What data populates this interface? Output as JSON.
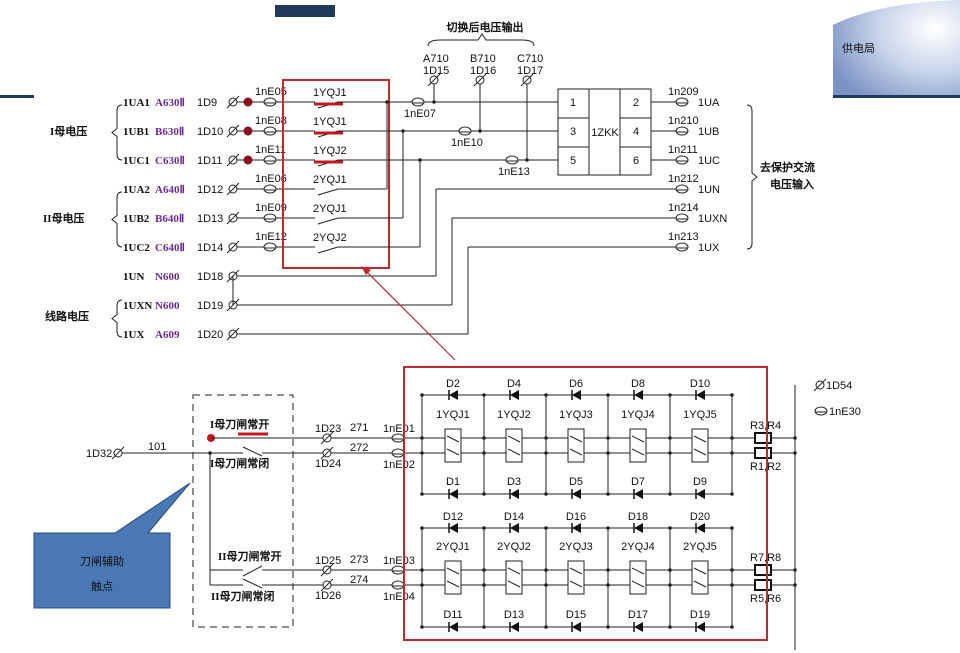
{
  "colors": {
    "highlight_box": "#c0282e",
    "contact_marker": "#c01820",
    "cable_label": "#6a2a9a",
    "callout_fill": "#4a78b4",
    "logo_bar": "#1f3a5a"
  },
  "logo": {
    "text": "供电局"
  },
  "top": {
    "output_title": "切换后电压输出",
    "groups": [
      "I母电压",
      "II母电压",
      "线路电压"
    ],
    "rows": [
      {
        "wire": "1UA1",
        "cable": "A630Ⅱ",
        "terminal": "1D9",
        "connector": "1nE05",
        "contact": "1YQJ1",
        "active": true
      },
      {
        "wire": "1UB1",
        "cable": "B630Ⅱ",
        "terminal": "1D10",
        "connector": "1nE08",
        "contact": "1YQJ1",
        "active": true
      },
      {
        "wire": "1UC1",
        "cable": "C630Ⅱ",
        "terminal": "1D11",
        "connector": "1nE11",
        "contact": "1YQJ2",
        "active": true
      },
      {
        "wire": "1UA2",
        "cable": "A640Ⅱ",
        "terminal": "1D12",
        "connector": "1nE06",
        "contact": "2YQJ1",
        "active": false
      },
      {
        "wire": "1UB2",
        "cable": "B640Ⅱ",
        "terminal": "1D13",
        "connector": "1nE09",
        "contact": "2YQJ1",
        "active": false
      },
      {
        "wire": "1UC2",
        "cable": "C640Ⅱ",
        "terminal": "1D14",
        "connector": "1nE12",
        "contact": "2YQJ2",
        "active": false
      },
      {
        "wire": "1UN",
        "cable": "N600",
        "terminal": "1D18"
      },
      {
        "wire": "1UXN",
        "cable": "N600",
        "terminal": "1D19"
      },
      {
        "wire": "1UX",
        "cable": "A609",
        "terminal": "1D20"
      }
    ],
    "taps": [
      {
        "cable": "A710",
        "terminal": "1D15",
        "connector": "1nE07"
      },
      {
        "cable": "B710",
        "terminal": "1D16",
        "connector": "1nE10"
      },
      {
        "cable": "C710",
        "terminal": "1D17",
        "connector": "1nE13"
      }
    ],
    "switch": {
      "label": "1ZKK",
      "pins_in": [
        "1",
        "3",
        "5"
      ],
      "pins_out": [
        "2",
        "4",
        "6"
      ]
    },
    "outputs": [
      {
        "connector": "1n209",
        "signal": "1UA"
      },
      {
        "connector": "1n210",
        "signal": "1UB"
      },
      {
        "connector": "1n211",
        "signal": "1UC"
      },
      {
        "connector": "1n212",
        "signal": "1UN"
      },
      {
        "connector": "1n214",
        "signal": "1UXN"
      },
      {
        "connector": "1n213",
        "signal": "1UX"
      }
    ],
    "output_label": [
      "去保护交流",
      "电压输入"
    ]
  },
  "bottom": {
    "input_terminal": "1D32",
    "input_cable": "101",
    "contacts": [
      "I母刀闸常开",
      "I母刀闸常闭",
      "II母刀闸常开",
      "II母刀闸常闭"
    ],
    "terminals": [
      "1D23",
      "1D24",
      "1D25",
      "1D26"
    ],
    "cables": [
      "271",
      "272",
      "273",
      "274"
    ],
    "connectors": [
      "1nE01",
      "1nE02",
      "1nE03",
      "1nE04"
    ],
    "relay_groups": [
      {
        "top_diodes": [
          "D2",
          "D4",
          "D6",
          "D8",
          "D10"
        ],
        "coils": [
          "1YQJ1",
          "1YQJ2",
          "1YQJ3",
          "1YQJ4",
          "1YQJ5"
        ],
        "bottom_diodes": [
          "D1",
          "D3",
          "D5",
          "D7",
          "D9"
        ],
        "resistors": [
          "R3,R4",
          "R1,R2"
        ]
      },
      {
        "top_diodes": [
          "D12",
          "D14",
          "D16",
          "D18",
          "D20"
        ],
        "coils": [
          "2YQJ1",
          "2YQJ2",
          "2YQJ3",
          "2YQJ4",
          "2YQJ5"
        ],
        "bottom_diodes": [
          "D11",
          "D13",
          "D15",
          "D17",
          "D19"
        ],
        "resistors": [
          "R7,R8",
          "R5,R6"
        ]
      }
    ],
    "right_terminal": "1D54",
    "right_connector": "1nE30",
    "callout": [
      "刀闸辅助",
      "触点"
    ]
  }
}
